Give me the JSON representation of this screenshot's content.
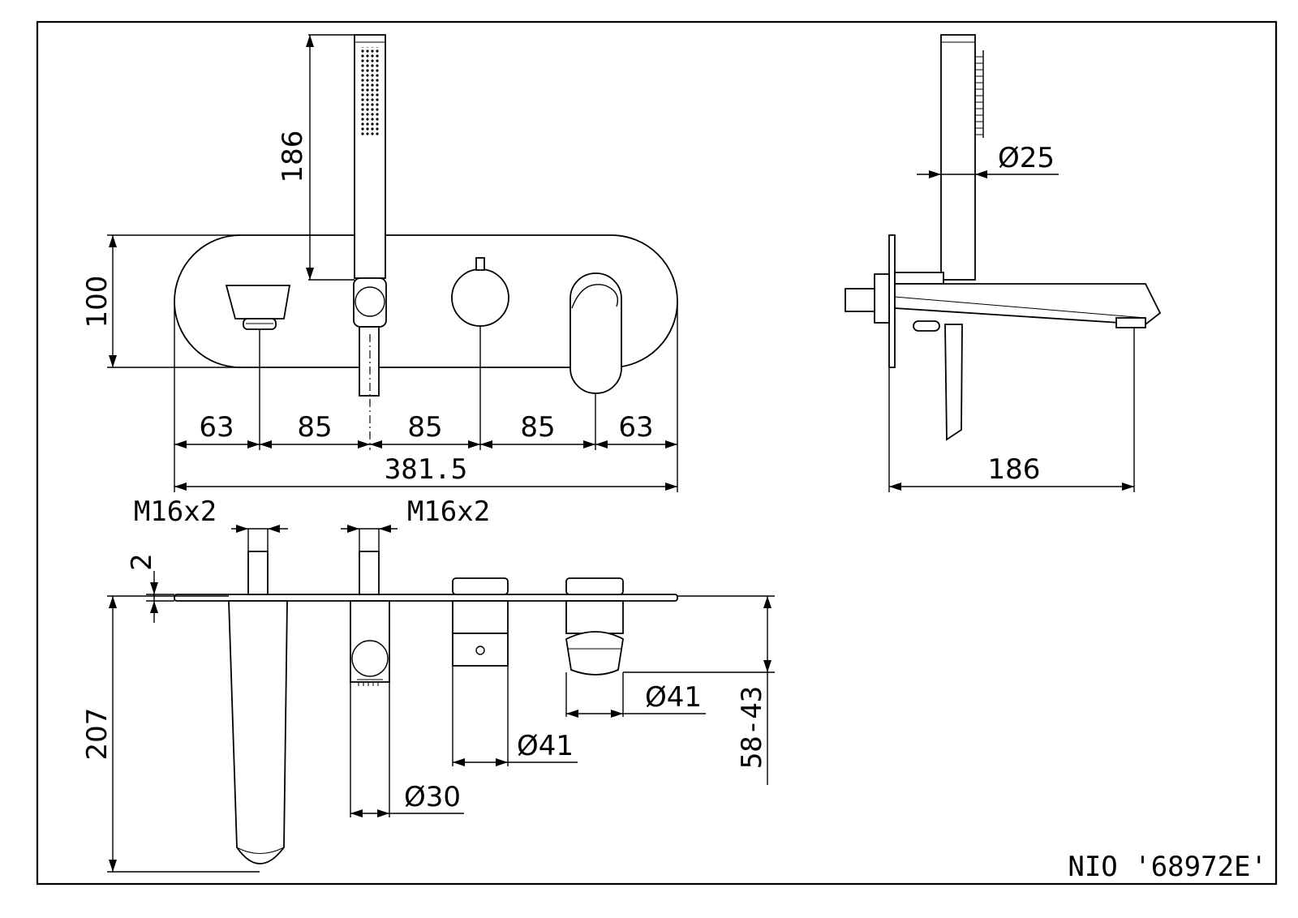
{
  "dimensions": {
    "handshower_height": "186",
    "plate_height": "100",
    "spacing_1": "63",
    "spacing_2": "85",
    "spacing_3": "85",
    "spacing_4": "85",
    "spacing_5": "63",
    "plate_width": "381.5",
    "side_hose_diameter": "Ø25",
    "spout_projection": "186",
    "thread_left": "M16x2",
    "thread_right": "M16x2",
    "plate_thickness": "2",
    "spout_depth": "207",
    "install_depth": "58-43",
    "dia_lever_body": "Ø41",
    "dia_knob_body": "Ø41",
    "dia_holder_body": "Ø30"
  },
  "title_block": {
    "model": "NIO '68972E'"
  }
}
